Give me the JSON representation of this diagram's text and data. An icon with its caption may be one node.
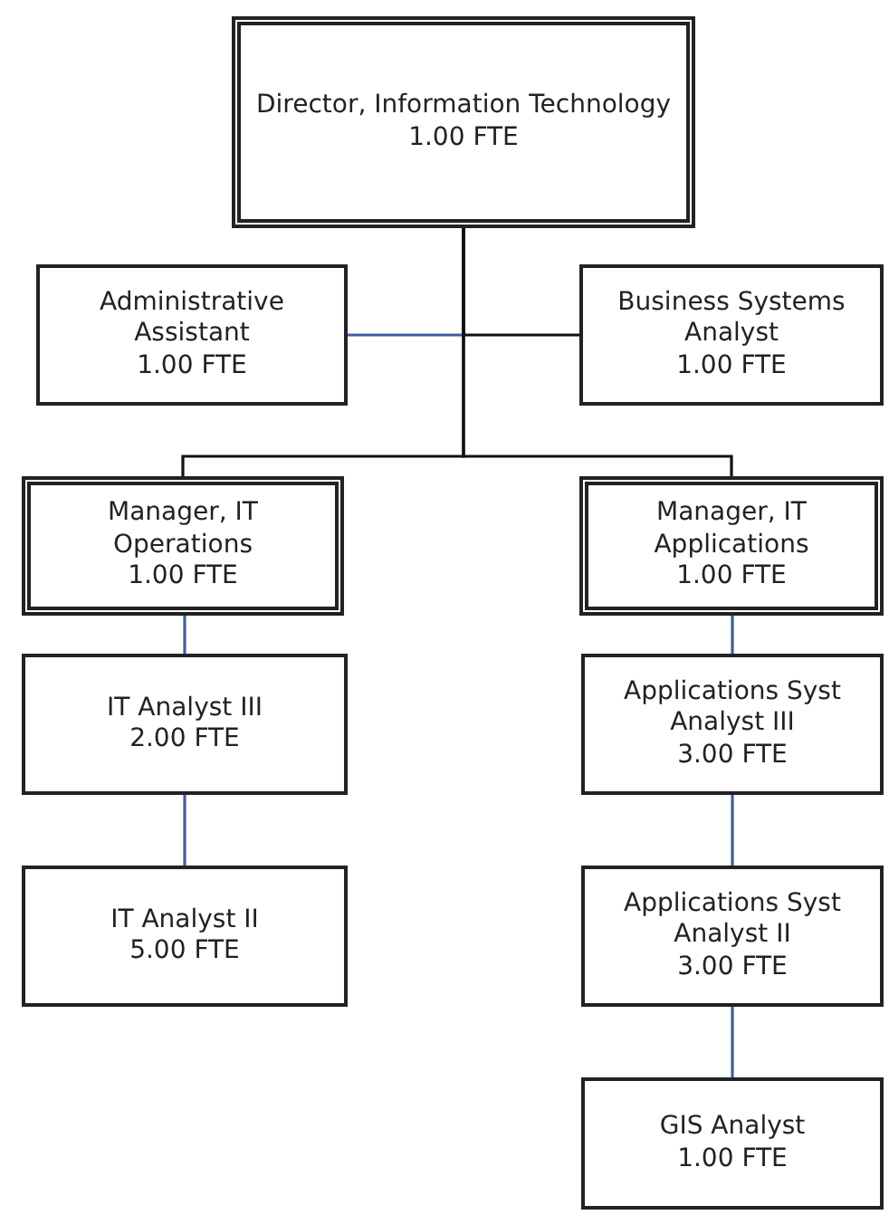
{
  "diagram": {
    "nodes": [
      {
        "text": [
          "Director, Information Technology",
          "1.00 FTE"
        ]
      },
      {
        "text": [
          "Administrative Assistant",
          "1.00 FTE"
        ]
      },
      {
        "text": [
          "Business Systems Analyst",
          "1.00 FTE"
        ]
      },
      {
        "text": [
          "Manager, IT Operations",
          "1.00 FTE"
        ]
      },
      {
        "text": [
          "Manager, IT Applications",
          "1.00 FTE"
        ]
      },
      {
        "text": [
          "IT Analyst III",
          "2.00 FTE"
        ]
      },
      {
        "text": [
          "IT Analyst II",
          "5.00 FTE"
        ]
      },
      {
        "text": [
          "Applications Syst Analyst III",
          "3.00 FTE"
        ]
      },
      {
        "text": [
          "Applications Syst Analyst II",
          "3.00 FTE"
        ]
      },
      {
        "text": [
          "GIS Analyst",
          "1.00 FTE"
        ]
      }
    ],
    "edges": [
      {
        "from": 0,
        "to": 1,
        "arrow": "none"
      },
      {
        "from": 0,
        "to": 2,
        "arrow": "none",
        "color": "#111111"
      },
      {
        "from": 0,
        "to": 3,
        "arrow": "none",
        "color": "#111111"
      },
      {
        "from": 0,
        "to": 4,
        "arrow": "none",
        "color": "#111111"
      },
      {
        "from": 3,
        "to": 5,
        "arrow": "none"
      },
      {
        "from": 5,
        "to": 6,
        "arrow": "none"
      },
      {
        "from": 4,
        "to": 7,
        "arrow": "none"
      },
      {
        "from": 7,
        "to": 8,
        "arrow": "none"
      },
      {
        "from": 8,
        "to": 9,
        "arrow": "none"
      }
    ]
  }
}
